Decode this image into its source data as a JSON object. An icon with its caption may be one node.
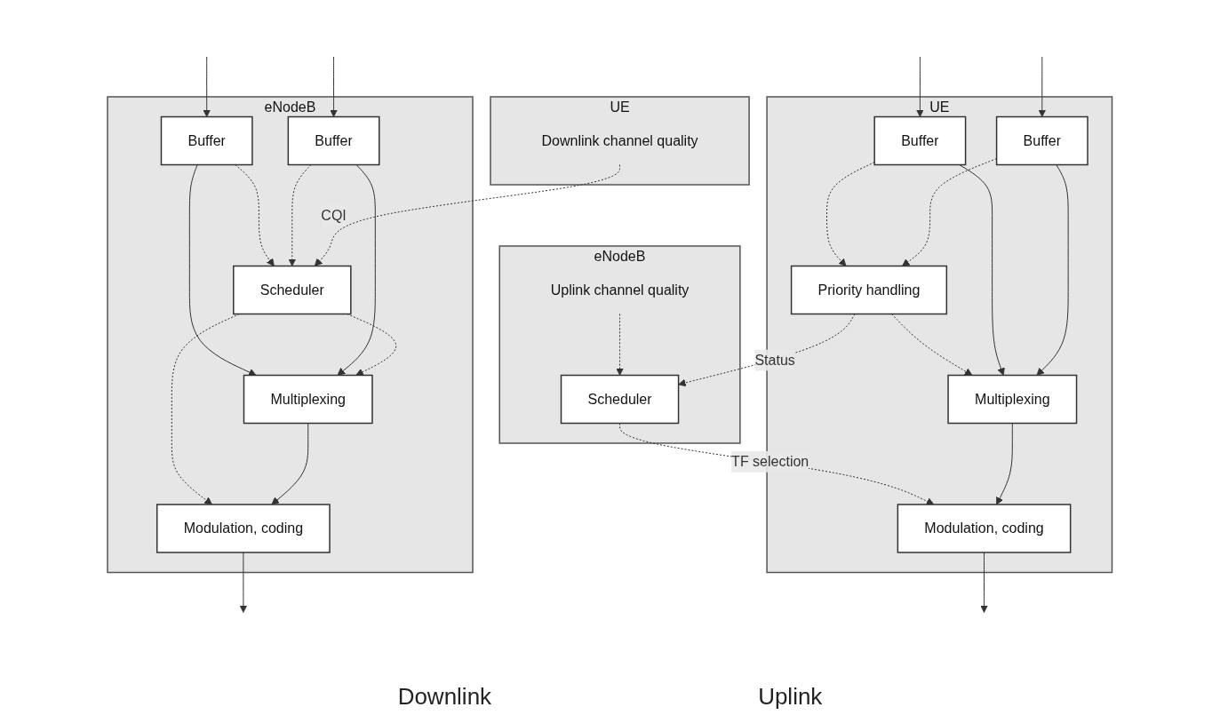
{
  "diagram": {
    "nodes": [
      {
        "text": [
          "eNodeB"
        ]
      },
      {
        "text": [
          "Buffer"
        ],
        "in": 0
      },
      {
        "text": [
          "Buffer"
        ],
        "in": 0
      },
      {
        "text": [
          "Scheduler"
        ],
        "in": 0
      },
      {
        "text": [
          "Multiplexing"
        ],
        "in": 0
      },
      {
        "text": [
          "Modulation, coding"
        ],
        "in": 0
      },
      {
        "text": [
          "UE"
        ]
      },
      {
        "text": [
          "Downlink channel quality"
        ],
        "in": 6
      },
      {
        "text": [
          "eNodeB"
        ]
      },
      {
        "text": [
          "Scheduler"
        ],
        "in": 8
      },
      {
        "text": [
          "Uplink channel quality"
        ],
        "in": 8
      },
      {
        "text": [
          "UE"
        ]
      },
      {
        "text": [
          "Modulation, coding"
        ],
        "in": 11
      },
      {
        "text": [
          "Priority handling"
        ],
        "in": 11
      },
      {
        "text": [
          "Multiplexing"
        ],
        "in": 11
      },
      {
        "text": [
          "Buffer"
        ],
        "in": 11
      },
      {
        "text": [
          "Buffer"
        ],
        "in": 11
      }
    ],
    "edges": [
      {
        "from": null,
        "to": 1,
        "arrow": "to"
      },
      {
        "from": null,
        "to": 2,
        "arrow": "to"
      },
      {
        "from": 1,
        "to": 3,
        "arrow": "to",
        "style": "dashed"
      },
      {
        "from": 2,
        "to": 3,
        "arrow": "to",
        "style": "dashed"
      },
      {
        "from": 1,
        "to": 4,
        "arrow": "to"
      },
      {
        "from": 2,
        "to": 4,
        "arrow": "to"
      },
      {
        "from": 3,
        "to": 4,
        "arrow": "to",
        "style": "dashed"
      },
      {
        "from": 3,
        "to": 5,
        "arrow": "to",
        "style": "dashed"
      },
      {
        "from": 4,
        "to": 5,
        "arrow": "to"
      },
      {
        "from": 5,
        "to": null,
        "arrow": "to"
      },
      {
        "from": 7,
        "to": 3,
        "arrow": "to",
        "style": "dashed",
        "label": "CQI"
      },
      {
        "from": 10,
        "to": 9,
        "arrow": "to",
        "style": "dashed"
      },
      {
        "from": 13,
        "to": 9,
        "arrow": "to",
        "style": "dashed",
        "label": "Status"
      },
      {
        "from": 9,
        "to": 12,
        "arrow": "to",
        "style": "dashed",
        "label": "TF selection"
      },
      {
        "from": 12,
        "to": null,
        "arrow": "to"
      },
      {
        "from": 14,
        "to": 12,
        "arrow": "to"
      },
      {
        "from": 13,
        "to": 14,
        "arrow": "to",
        "style": "dashed"
      },
      {
        "from": 15,
        "to": 14,
        "arrow": "to"
      },
      {
        "from": 16,
        "to": 14,
        "arrow": "to"
      },
      {
        "from": 15,
        "to": 13,
        "arrow": "to",
        "style": "dashed"
      },
      {
        "from": 16,
        "to": 13,
        "arrow": "to",
        "style": "dashed"
      },
      {
        "from": null,
        "to": 15,
        "arrow": "to"
      },
      {
        "from": null,
        "to": 16,
        "arrow": "to"
      }
    ],
    "labels": [
      "Downlink",
      "Uplink"
    ]
  }
}
